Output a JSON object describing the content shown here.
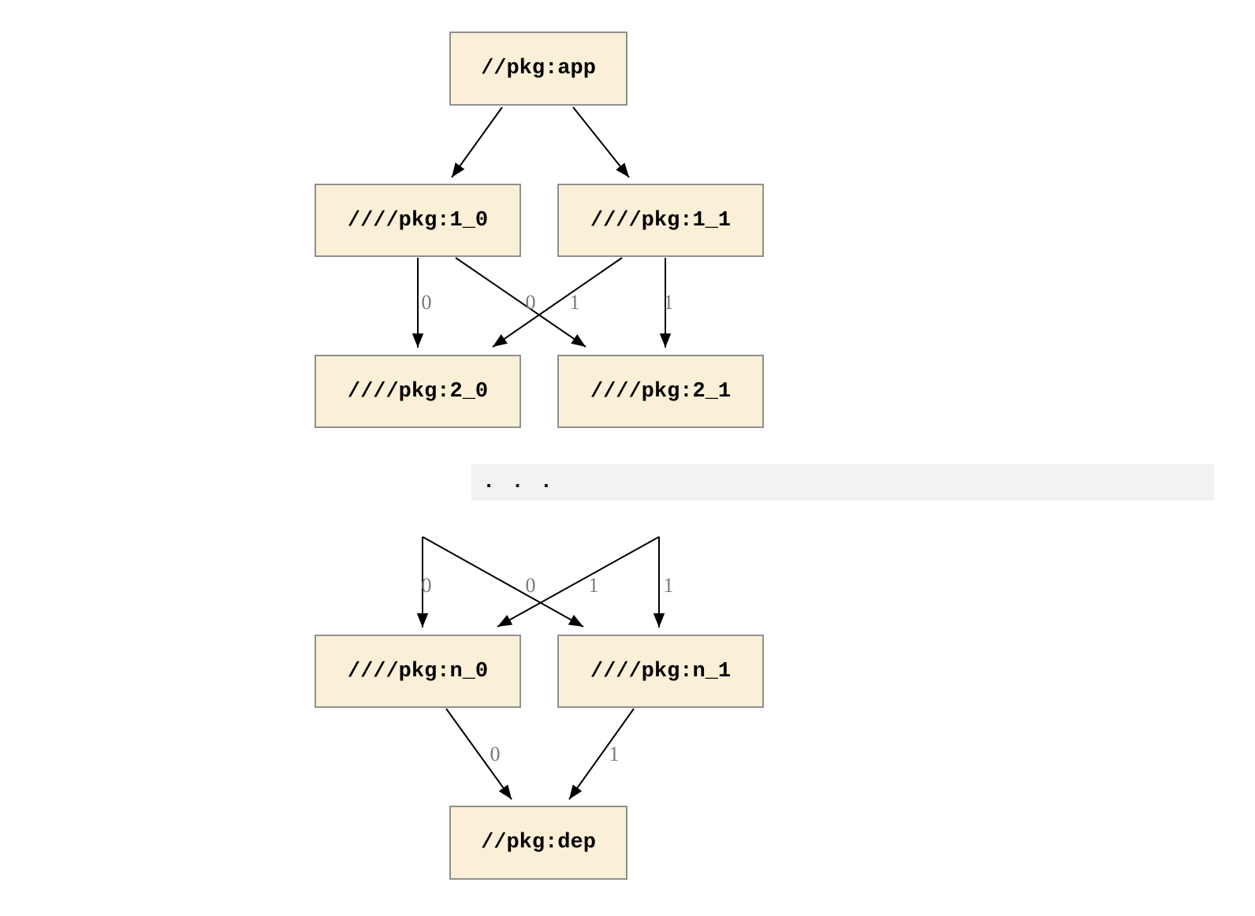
{
  "diagram": {
    "type": "dependency-graph",
    "ellipsis": ". . .",
    "nodes": {
      "app": {
        "label": "//pkg:app"
      },
      "l1_0": {
        "label": "////pkg:1_0"
      },
      "l1_1": {
        "label": "////pkg:1_1"
      },
      "l2_0": {
        "label": "////pkg:2_0"
      },
      "l2_1": {
        "label": "////pkg:2_1"
      },
      "ln_0": {
        "label": "////pkg:n_0"
      },
      "ln_1": {
        "label": "////pkg:n_1"
      },
      "dep": {
        "label": "//pkg:dep"
      }
    },
    "edge_labels": {
      "row1": [
        "0",
        "0",
        "1",
        "1"
      ],
      "row2": [
        "0",
        "0",
        "1",
        "1"
      ],
      "row3": [
        "0",
        "1"
      ]
    },
    "colors": {
      "node_fill": "#FAF0D7",
      "node_border": "#909090",
      "edge": "#000000",
      "edge_label": "#7A7A7A",
      "band_bg": "#F2F2F2",
      "background": "#FFFFFF"
    }
  }
}
